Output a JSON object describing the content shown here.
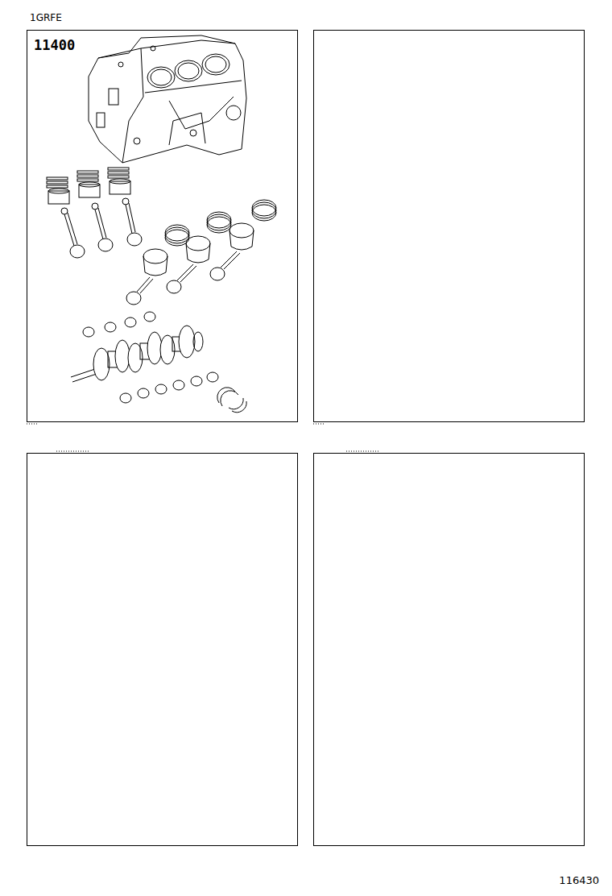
{
  "diagram": {
    "nodes": [
      {
        "text": [
          "11400"
        ]
      }
    ],
    "labels": [
      "1GRFE",
      "116430"
    ]
  }
}
